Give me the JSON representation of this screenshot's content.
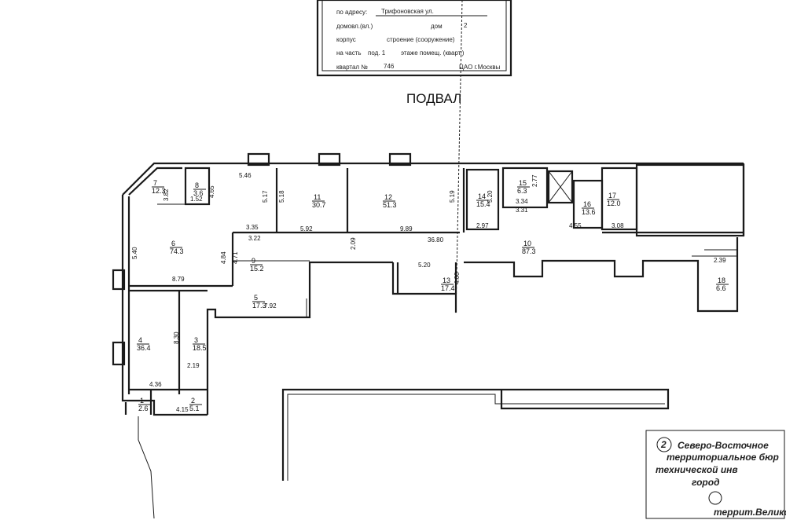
{
  "stamp": {
    "address_label": "по адресу:",
    "address_value": "Трифоновская ул.",
    "domovl": "домовл.(вл.)",
    "dom": "дом",
    "dom_no": "2",
    "korpus": "корпус",
    "stroenie": "строение (сооружение)",
    "na_chast": "на часть",
    "pod_value": "под. 1",
    "etazh": "этаже помещ. (кварт.)",
    "kvartal_label": "квартал №",
    "kvartal_no": "746",
    "okrug": "ЦАО г.Москвы"
  },
  "floor_title": "ПОДВАЛ",
  "rooms": [
    {
      "no": "1",
      "area": "2.6"
    },
    {
      "no": "2",
      "area": "5.1"
    },
    {
      "no": "3",
      "area": "18.5"
    },
    {
      "no": "4",
      "area": "36.4"
    },
    {
      "no": "5",
      "area": "17.3"
    },
    {
      "no": "6",
      "area": "74.3"
    },
    {
      "no": "7",
      "area": "12.3"
    },
    {
      "no": "8",
      "area": "3.6"
    },
    {
      "no": "9",
      "area": "15.2"
    },
    {
      "no": "10",
      "area": "87.3"
    },
    {
      "no": "11",
      "area": "30.7"
    },
    {
      "no": "12",
      "area": "51.3"
    },
    {
      "no": "13",
      "area": "17.4"
    },
    {
      "no": "14",
      "area": "15.4"
    },
    {
      "no": "15",
      "area": "6.3"
    },
    {
      "no": "16",
      "area": "13.6"
    },
    {
      "no": "17",
      "area": "12.0"
    },
    {
      "no": "18",
      "area": "6.6"
    }
  ],
  "dims": [
    "5.46",
    "3.82",
    "1.52",
    "4.65",
    "5.17",
    "5.18",
    "3.35",
    "5.40",
    "3.22",
    "5.92",
    "2.09",
    "9.89",
    "36.80",
    "2.97",
    "5.19",
    "5.20",
    "2.77",
    "3.34",
    "3.31",
    "4.55",
    "3.08",
    "4.71",
    "4.84",
    "8.79",
    "5.20",
    "4.00",
    "2.39",
    "7.92",
    "8.30",
    "2.19",
    "4.36",
    "4.15"
  ],
  "note": {
    "circle_no": "2",
    "line1": "Северо-Восточное",
    "line2": "территориальное бюр",
    "line3": "технической инв",
    "line4": "город",
    "line5": "террит.Велико"
  },
  "colors": {
    "ink": "#1a1a1a",
    "paper": "#ffffff"
  }
}
